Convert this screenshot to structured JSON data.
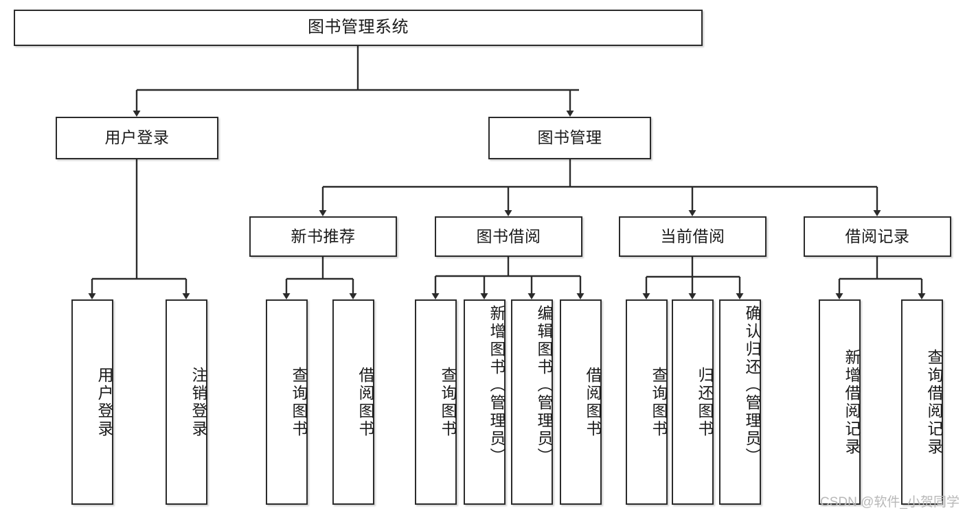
{
  "diagram": {
    "title": "图书管理系统",
    "type": "tree-hierarchy-diagram",
    "colors": {
      "box_border": "#2b2b2b",
      "box_fill": "#ffffff",
      "edge": "#2b2b2b",
      "text": "#1a1a1a",
      "watermark": "#b8b8b8"
    },
    "nodes": {
      "root": {
        "label": "图书管理系统"
      },
      "level2": [
        {
          "id": "user-login",
          "label": "用户登录"
        },
        {
          "id": "book-management",
          "label": "图书管理"
        }
      ],
      "level3": [
        {
          "id": "new-book-recommend",
          "label": "新书推荐"
        },
        {
          "id": "book-borrow",
          "label": "图书借阅"
        },
        {
          "id": "current-borrow",
          "label": "当前借阅"
        },
        {
          "id": "borrow-record",
          "label": "借阅记录"
        }
      ],
      "leaves": [
        {
          "id": "leaf-user-login",
          "label": "用户登录",
          "parent": "user-login"
        },
        {
          "id": "leaf-logout-login",
          "label": "注销登录",
          "parent": "user-login"
        },
        {
          "id": "leaf-query-book-1",
          "label": "查询图书",
          "parent": "new-book-recommend"
        },
        {
          "id": "leaf-borrow-book-1",
          "label": "借阅图书",
          "parent": "new-book-recommend"
        },
        {
          "id": "leaf-query-book-2",
          "label": "查询图书",
          "parent": "book-borrow"
        },
        {
          "id": "leaf-add-book",
          "label": "新增图书（管理员）",
          "parent": "book-borrow"
        },
        {
          "id": "leaf-edit-book",
          "label": "编辑图书（管理员）",
          "parent": "book-borrow"
        },
        {
          "id": "leaf-borrow-book-2",
          "label": "借阅图书",
          "parent": "book-borrow"
        },
        {
          "id": "leaf-query-book-3",
          "label": "查询图书",
          "parent": "current-borrow"
        },
        {
          "id": "leaf-return-book",
          "label": "归还图书",
          "parent": "current-borrow"
        },
        {
          "id": "leaf-confirm-return",
          "label": "确认归还（管理员）",
          "parent": "current-borrow"
        },
        {
          "id": "leaf-add-record",
          "label": "新增借阅记录",
          "parent": "borrow-record"
        },
        {
          "id": "leaf-query-record",
          "label": "查询借阅记录",
          "parent": "borrow-record"
        }
      ]
    },
    "watermark": "CSDN @软件_小贺同学"
  }
}
